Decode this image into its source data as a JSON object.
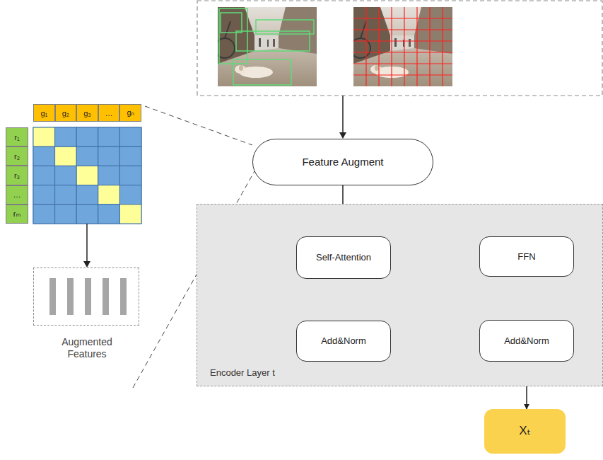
{
  "diagram": {
    "nodes": [
      {
        "text": [
          "Feature Augment"
        ]
      },
      {
        "text": [
          "Encoder Layer t"
        ]
      },
      {
        "text": [
          "Self-Attention"
        ],
        "in": 1
      },
      {
        "text": [
          "Add&Norm"
        ],
        "in": 1
      },
      {
        "text": [
          "FFN"
        ],
        "in": 1
      },
      {
        "text": [
          "Add&Norm"
        ],
        "in": 1
      },
      {
        "text": [
          "Xₜ"
        ]
      },
      {
        "text": [
          "Augmented Features"
        ]
      }
    ],
    "edges": [
      {
        "from": 0,
        "to": 2,
        "arrow": "to"
      },
      {
        "from": 2,
        "to": 3,
        "arrow": "to"
      },
      {
        "from": 3,
        "to": 4,
        "arrow": "to"
      },
      {
        "from": 4,
        "to": 5,
        "arrow": "to"
      },
      {
        "from": 5,
        "to": 6,
        "arrow": "to"
      }
    ],
    "labels": [
      "g₁",
      "g₂",
      "g₃",
      "…",
      "gₙ",
      "r₁",
      "r₂",
      "r₃",
      "…",
      "rₘ"
    ]
  }
}
